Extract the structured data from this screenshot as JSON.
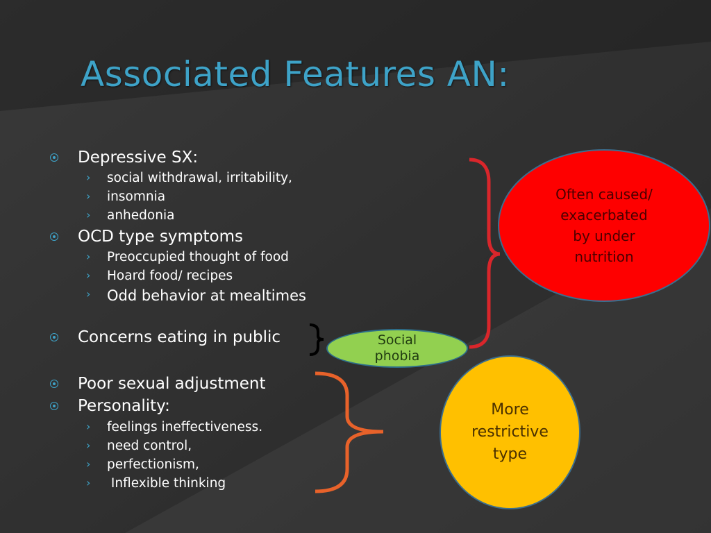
{
  "title": "Associated Features AN:",
  "bullets": [
    {
      "text": "Depressive SX:",
      "sub": [
        "social withdrawal, irritability,",
        "insomnia",
        "anhedonia"
      ]
    },
    {
      "text": "OCD type symptoms",
      "sub": [
        "Preoccupied thought of food",
        "Hoard food/ recipes",
        "Odd behavior at mealtimes"
      ]
    },
    {
      "text": "Concerns eating in public",
      "sub": []
    },
    {
      "text": "Poor sexual adjustment",
      "sub": []
    },
    {
      "text": "Personality:",
      "sub": [
        "feelings ineffectiveness.",
        "need control,",
        "perfectionism,",
        " Inflexible thinking"
      ]
    }
  ],
  "callouts": {
    "red": "Often caused/\nexacerbated\nby under\nnutrition",
    "green": "Social\nphobia",
    "yellow": "More\nrestrictive\ntype"
  },
  "colors": {
    "title": "#3ea3c8",
    "bullet_marker": "#3ea3c8",
    "red_ellipse": "#fe0000",
    "green_ellipse": "#92d050",
    "yellow_ellipse": "#ffc000",
    "red_bracket": "#d9262b",
    "orange_bracket": "#e8622a",
    "black_bracket": "#000000"
  }
}
